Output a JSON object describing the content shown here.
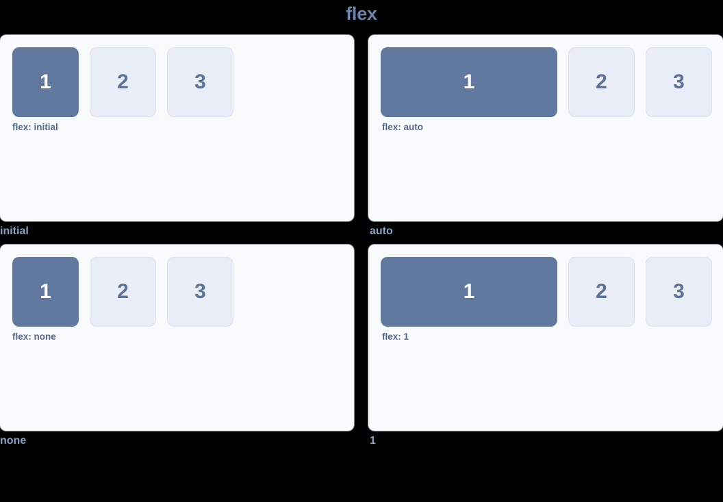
{
  "page": {
    "title": "flex",
    "background": "#000000",
    "title_color": "#6c84ad"
  },
  "theme": {
    "card_bg": "#f8fafc",
    "fill_box_bg": "#62799f",
    "fill_box_text": "#ffffff",
    "ghost_box_bg": "#e8edf7",
    "ghost_box_border": "#dce3f0",
    "ghost_box_text": "#5c7296",
    "prop_label_color": "#53688d",
    "caption_color": "#8aa2c6"
  },
  "demos": [
    {
      "caption": "initial",
      "property_label": "flex: initial",
      "boxes": [
        {
          "label": "1",
          "style": "fill"
        },
        {
          "label": "2",
          "style": "ghost"
        },
        {
          "label": "3",
          "style": "ghost"
        }
      ]
    },
    {
      "caption": "auto",
      "property_label": "flex: auto",
      "boxes": [
        {
          "label": "1",
          "style": "fill"
        },
        {
          "label": "2",
          "style": "ghost"
        },
        {
          "label": "3",
          "style": "ghost"
        }
      ]
    },
    {
      "caption": "none",
      "property_label": "flex: none",
      "boxes": [
        {
          "label": "1",
          "style": "fill"
        },
        {
          "label": "2",
          "style": "ghost"
        },
        {
          "label": "3",
          "style": "ghost"
        }
      ]
    },
    {
      "caption": "1",
      "property_label": "flex: 1",
      "boxes": [
        {
          "label": "1",
          "style": "fill"
        },
        {
          "label": "2",
          "style": "ghost"
        },
        {
          "label": "3",
          "style": "ghost"
        }
      ]
    }
  ]
}
